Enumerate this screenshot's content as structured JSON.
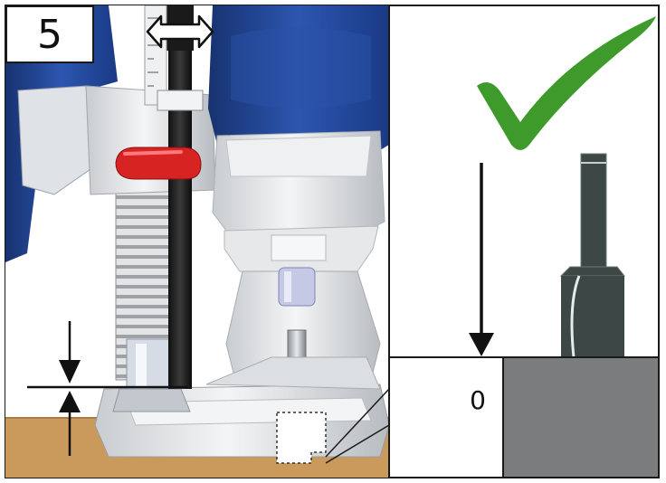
{
  "step": {
    "number": "5"
  },
  "detail": {
    "zero_label": "0",
    "status": "check-ok"
  },
  "colors": {
    "router_blue": "#1e3f8f",
    "knob_red": "#d82323",
    "check_green": "#3e9a2a",
    "table_wood": "#c99a5c",
    "workpiece_gray": "#7a7c7e",
    "bit_dark": "#3c4746"
  },
  "icons": [
    "double-arrow-icon",
    "checkmark-icon",
    "down-arrow-icon",
    "depth-arrows-icon"
  ]
}
